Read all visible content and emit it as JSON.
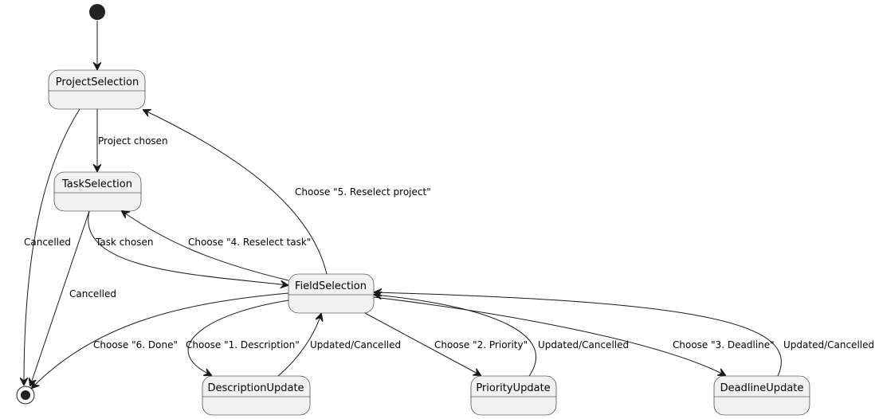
{
  "states": {
    "project_selection": "ProjectSelection",
    "task_selection": "TaskSelection",
    "field_selection": "FieldSelection",
    "description_update": "DescriptionUpdate",
    "priority_update": "PriorityUpdate",
    "deadline_update": "DeadlineUpdate"
  },
  "transitions": {
    "project_chosen": "Project chosen",
    "project_cancelled": "Cancelled",
    "task_chosen": "Task chosen",
    "task_cancelled": "Cancelled",
    "reselect_task": "Choose \"4. Reselect task\"",
    "reselect_project": "Choose \"5. Reselect project\"",
    "done": "Choose \"6. Done\"",
    "choose_description": "Choose \"1. Description\"",
    "description_updated": "Updated/Cancelled",
    "choose_priority": "Choose \"2. Priority\"",
    "priority_updated": "Updated/Cancelled",
    "choose_deadline": "Choose \"3. Deadline\"",
    "deadline_updated": "Updated/Cancelled"
  },
  "colors": {
    "state_fill": "#f1f1f1",
    "line": "#181818",
    "background": "#ffffff"
  }
}
